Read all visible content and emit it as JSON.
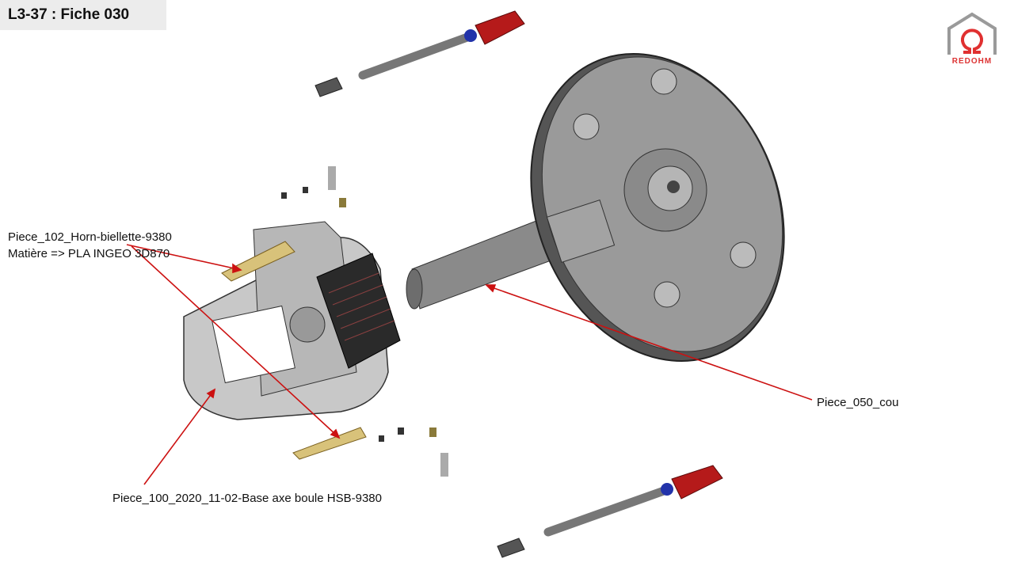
{
  "header": {
    "title": "L3-37 : Fiche 030"
  },
  "logo": {
    "text": "REDOHM"
  },
  "labels": {
    "piece_102_name": "Piece_102_Horn-biellette-9380",
    "piece_102_material": "Matière => PLA INGEO 3D870",
    "piece_050": "Piece_050_cou",
    "piece_100": "Piece_100_2020_11-02-Base axe boule HSB-9380"
  },
  "colors": {
    "arrow": "#cc1111",
    "part_gray": "#8a8a8a",
    "horn_gold": "#d8c27a",
    "rod_red": "#b51a1a",
    "ball_blue": "#2233aa"
  }
}
